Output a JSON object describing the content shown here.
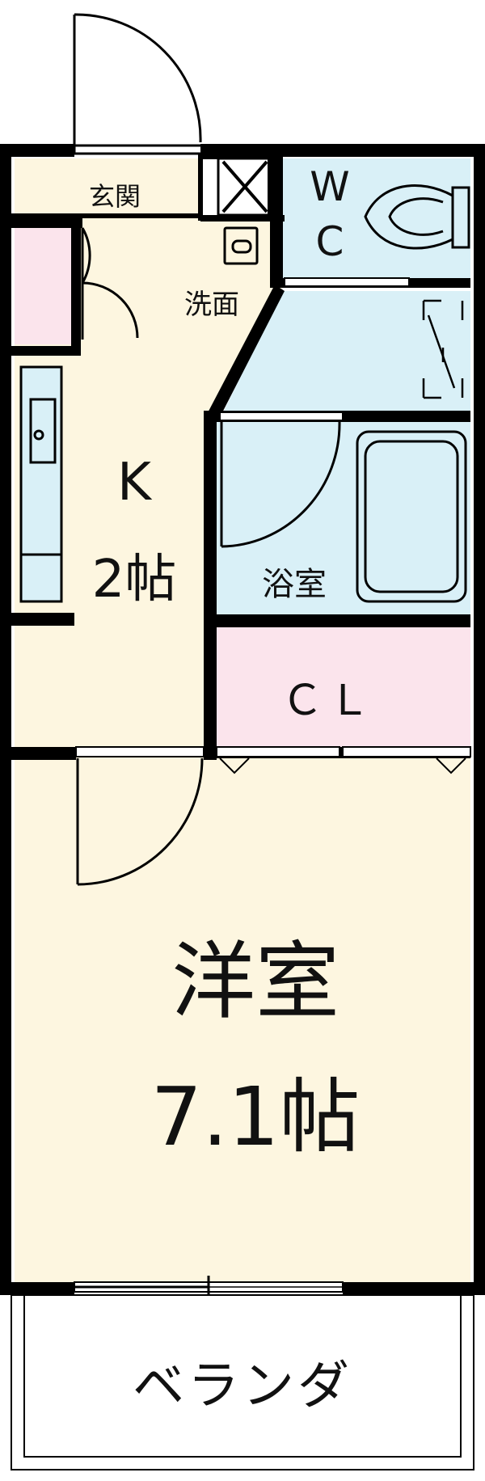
{
  "rooms": {
    "entrance": "玄関",
    "washroom": "洗面",
    "wc_line1": "W",
    "wc_line2": "C",
    "kitchen_name": "K",
    "kitchen_size": "2帖",
    "bath": "浴室",
    "closet": "ＣＬ",
    "western_name": "洋室",
    "western_size": "7.1帖",
    "veranda": "ベランダ"
  },
  "colors": {
    "wall": "#000000",
    "floor": "#fdf6e0",
    "wet_area": "#d9f0f7",
    "storage": "#fbe4ec",
    "veranda": "#ffffff"
  }
}
